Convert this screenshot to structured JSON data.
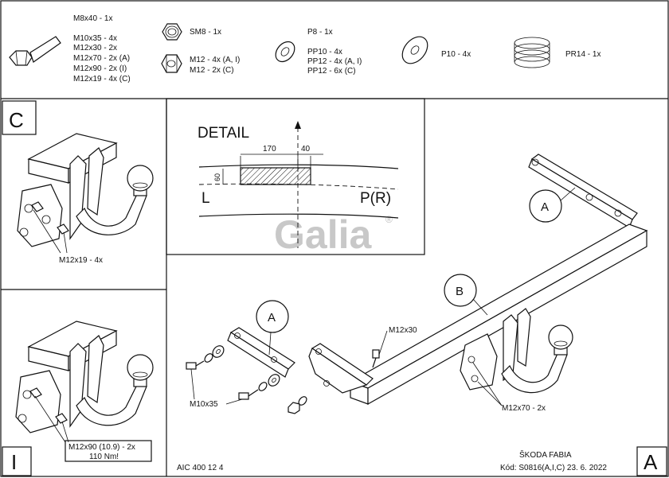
{
  "parts_list": {
    "bolts": [
      "M8x40 - 1x",
      "M10x35 - 4x",
      "M12x30 - 2x",
      "M12x70 - 2x (A)",
      "M12x90 - 2x (I)",
      "M12x19 - 4x (C)"
    ],
    "nuts_a": "SM8 - 1x",
    "nuts_b": [
      "M12 - 4x (A, I)",
      "M12 - 2x (C)"
    ],
    "washers_p8": [
      "P8 - 1x",
      "PP10 - 4x",
      "PP12 - 4x (A, I)",
      "PP12 - 6x (C)"
    ],
    "washer_p10": "P10 - 4x",
    "spring": "PR14 - 1x"
  },
  "panel_c": {
    "letter": "C",
    "bolt_label": "M12x19 - 4x"
  },
  "panel_i": {
    "letter": "I",
    "bolt_label": "M12x90 (10.9) - 2x",
    "torque": "110 Nm!"
  },
  "detail": {
    "title": "DETAIL",
    "dim_170": "170",
    "dim_40": "40",
    "dim_60": "60",
    "label_l": "L",
    "label_pr": "P(R)",
    "logo": "Galia",
    "logo_mark": "®"
  },
  "main": {
    "callout_a": "A",
    "callout_b": "B",
    "callout_a2": "A",
    "bolt_m12x30": "M12x30",
    "bolt_m10x35": "M10x35",
    "bolt_m12x70": "M12x70 - 2x"
  },
  "footer": {
    "code": "AIC 400 12 4",
    "vehicle": "ŠKODA FABIA",
    "kod": "Kód: S0816(A,I,C)  23. 6. 2022",
    "corner_letter": "A"
  }
}
